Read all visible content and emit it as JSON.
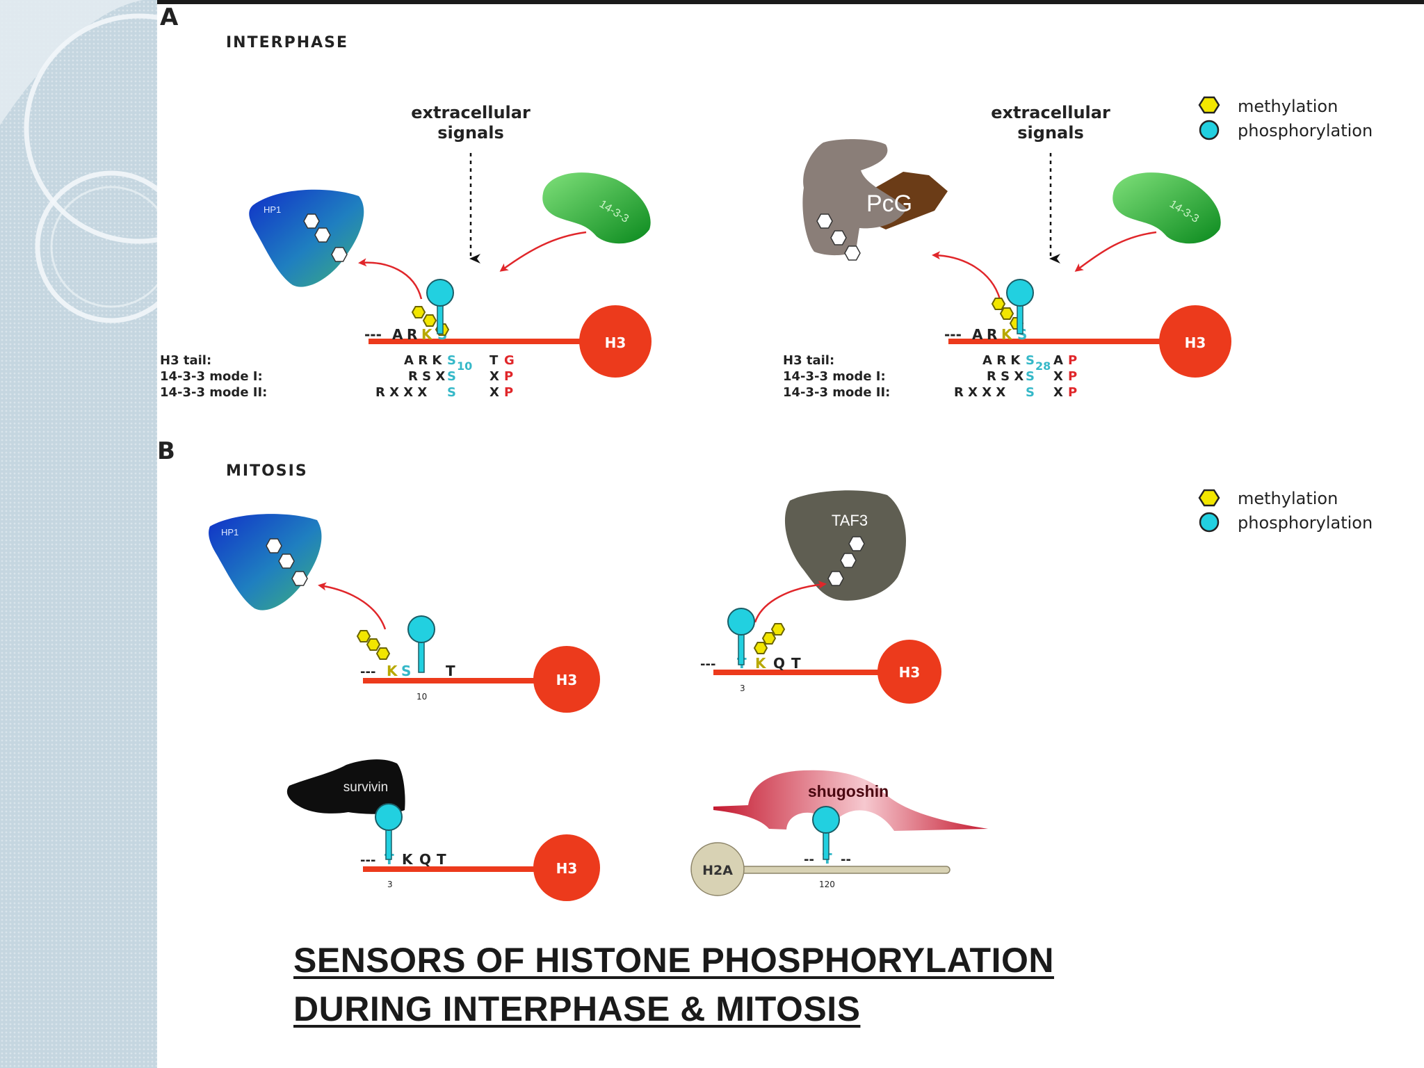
{
  "panels": {
    "a": {
      "letter": "A",
      "title": "INTERPHASE",
      "left": {
        "signals": [
          "extracellular",
          "signals"
        ],
        "reader": "HP1",
        "adaptor": "14-3-3",
        "histone": "H3",
        "tail_residues": [
          "A",
          "R",
          "K",
          "S"
        ],
        "h3_tail_label": "H3 tail:",
        "mode1_label": "14-3-3 mode I:",
        "mode2_label": "14-3-3 mode II:",
        "h3_row": "A R K",
        "mode1_row": "R S X",
        "mode2_row": "R X X X",
        "position": "10",
        "after": [
          "T",
          "G"
        ],
        "xp": [
          "X",
          "P"
        ]
      },
      "right": {
        "signals": [
          "extracellular",
          "signals"
        ],
        "reader": "PcG",
        "adaptor": "14-3-3",
        "histone": "H3",
        "tail_residues": [
          "A",
          "R",
          "K",
          "S"
        ],
        "h3_tail_label": "H3 tail:",
        "mode1_label": "14-3-3 mode I:",
        "mode2_label": "14-3-3 mode II:",
        "h3_row": "A R K",
        "mode1_row": "R S X",
        "mode2_row": "R X X X",
        "position": "28",
        "after": [
          "A",
          "P"
        ],
        "xp": [
          "X",
          "P"
        ]
      },
      "legend": {
        "methylation": "methylation",
        "phosphorylation": "phosphorylation"
      }
    },
    "b": {
      "letter": "B",
      "title": "MITOSIS",
      "hp1_diagram": {
        "reader": "HP1",
        "residues": [
          "K",
          "S",
          "T"
        ],
        "position": "10",
        "histone": "H3"
      },
      "taf3_diagram": {
        "reader": "TAF3",
        "residues": [
          "T",
          "K",
          "Q",
          "T"
        ],
        "position": "3",
        "histone": "H3"
      },
      "survivin_diagram": {
        "reader": "survivin",
        "residues": [
          "T",
          "K",
          "Q",
          "T"
        ],
        "position": "3",
        "histone": "H3"
      },
      "shugoshin_diagram": {
        "reader": "shugoshin",
        "residue": "T",
        "position": "120",
        "histone": "H2A"
      },
      "legend": {
        "methylation": "methylation",
        "phosphorylation": "phosphorylation"
      }
    }
  },
  "caption": {
    "line1": "SENSORS OF HISTONE PHOSPHORYLATION",
    "line2": "DURING INTERPHASE & MITOSIS"
  },
  "colors": {
    "methylation": "#f2e600",
    "phosphorylation": "#22d0e0",
    "histone": "#ec3a1c",
    "arrow": "#e0262a",
    "lysine": "#b8a800",
    "serine": "#35b8c8",
    "proline": "#e0262a",
    "pcg_gray": "#8a7e78",
    "pcg_brown": "#6b3c17",
    "taf3": "#5f5e52",
    "h2a": "#d8d2b4"
  }
}
